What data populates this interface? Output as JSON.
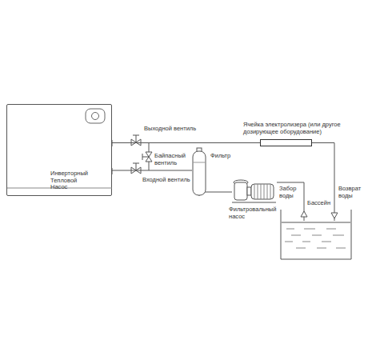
{
  "diagram": {
    "nodes": [
      {
        "text": [
          "Инверторный Тепловой Насос"
        ]
      },
      {
        "text": [
          "Фильтр"
        ]
      },
      {
        "text": [
          "Фильтровальный насос"
        ]
      },
      {
        "text": [
          "Ячейка электролизера (или другое дозирующее оборудование)"
        ]
      },
      {
        "text": [
          "Бассейн"
        ]
      }
    ],
    "edges": [
      {
        "from": 0,
        "to": 3,
        "arrow": "none"
      },
      {
        "from": 3,
        "to": 4,
        "arrow": "none"
      },
      {
        "from": 1,
        "to": 0,
        "arrow": "none"
      },
      {
        "from": 2,
        "to": 1,
        "arrow": "none"
      },
      {
        "from": 4,
        "to": 2,
        "arrow": "none"
      }
    ],
    "labels": [
      "Выходной вентиль",
      "Байпасный вентиль",
      "Входной вентиль",
      "Забор воды",
      "Возврат воды"
    ]
  }
}
